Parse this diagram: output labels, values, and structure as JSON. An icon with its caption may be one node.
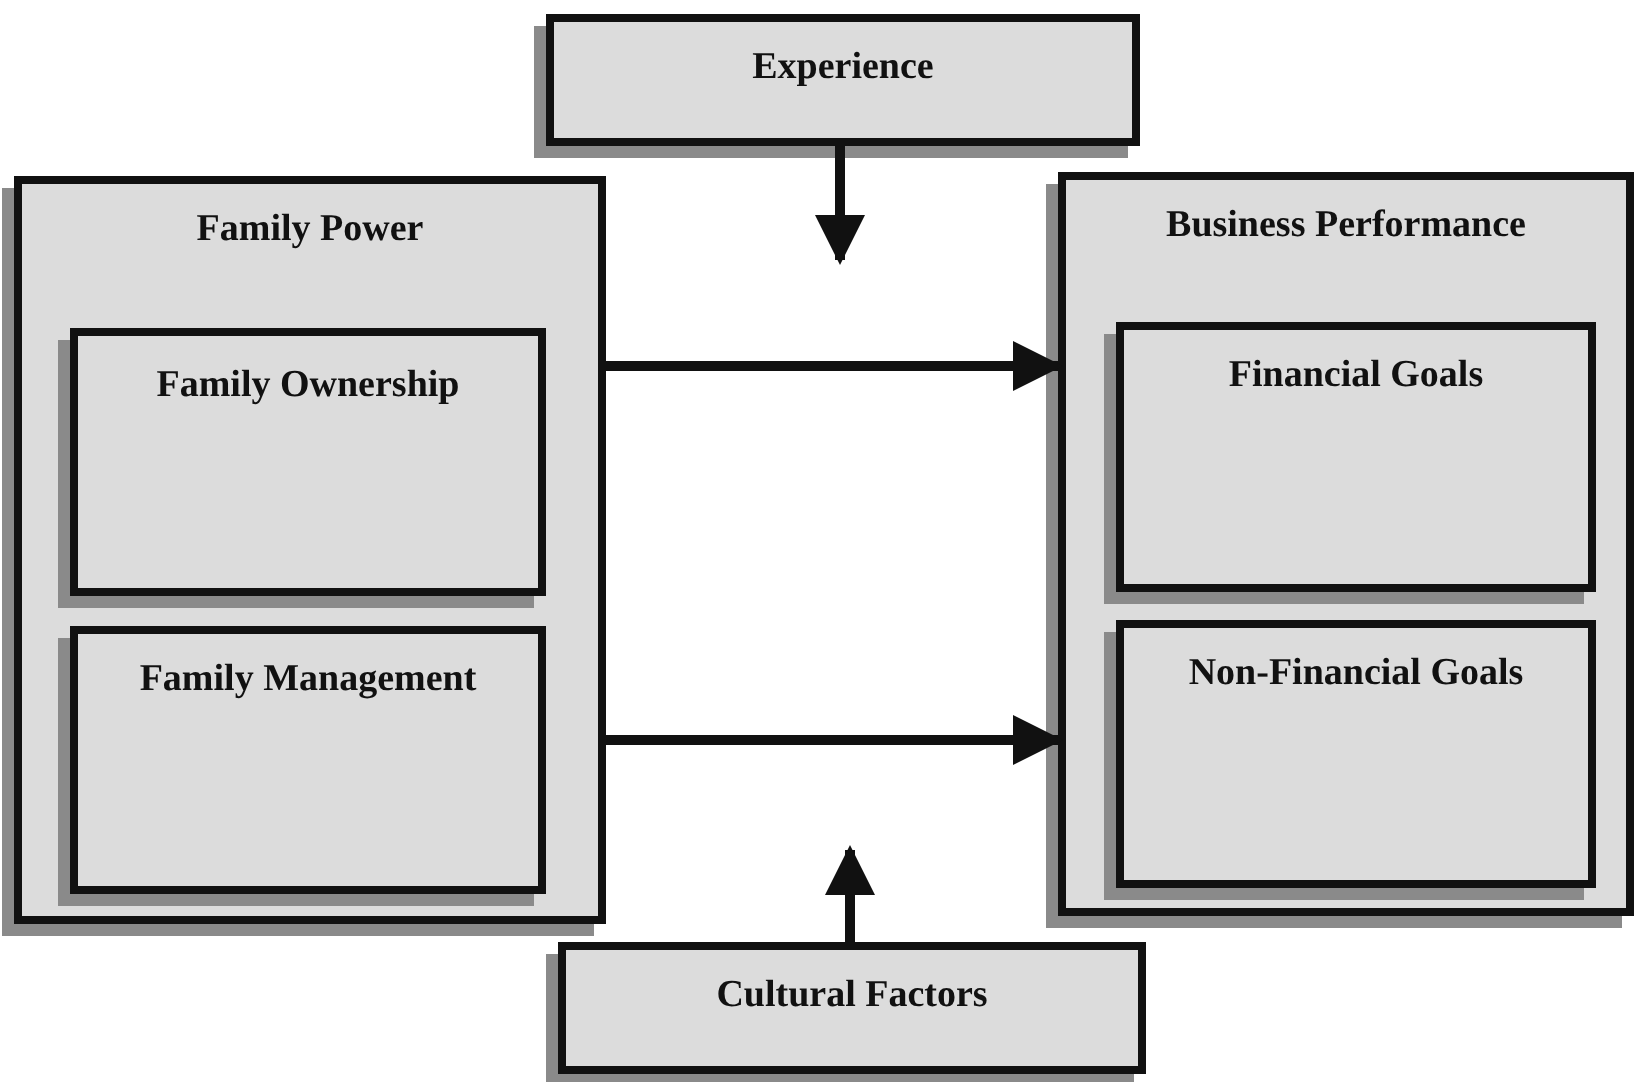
{
  "diagram": {
    "nodes": [
      {
        "text": [
          "Experience"
        ]
      },
      {
        "text": [
          "Family Power"
        ]
      },
      {
        "text": [
          "Family Ownership"
        ],
        "in": 1
      },
      {
        "text": [
          "Family Management"
        ],
        "in": 1
      },
      {
        "text": [
          "Business Performance"
        ]
      },
      {
        "text": [
          "Financial Goals"
        ],
        "in": 4
      },
      {
        "text": [
          "Non-Financial Goals"
        ],
        "in": 4
      },
      {
        "text": [
          "Cultural Factors"
        ]
      }
    ],
    "edges": [
      {
        "from": 0,
        "to": null,
        "arrow": "to"
      },
      {
        "from": 1,
        "to": 4,
        "arrow": "to"
      },
      {
        "from": 1,
        "to": 4,
        "arrow": "to"
      },
      {
        "from": 7,
        "to": null,
        "arrow": "to"
      }
    ]
  }
}
